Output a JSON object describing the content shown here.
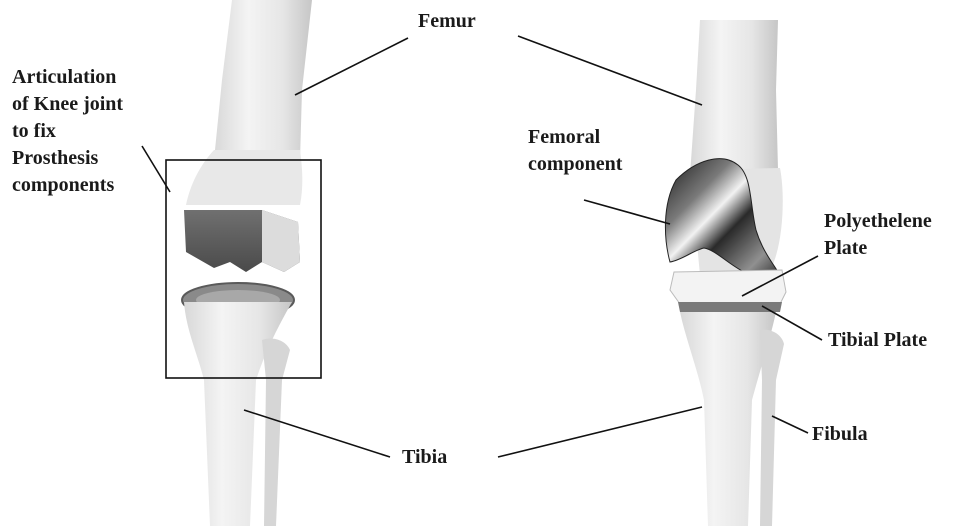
{
  "labels": {
    "femur": "Femur",
    "articulation": [
      "Articulation",
      "of Knee joint",
      "to fix",
      "Prosthesis",
      "components"
    ],
    "femoral_component": [
      "Femoral",
      "component"
    ],
    "polyethelene_plate": [
      "Polyethelene",
      "Plate"
    ],
    "tibial_plate": "Tibial Plate",
    "tibia": "Tibia",
    "fibula": "Fibula"
  }
}
